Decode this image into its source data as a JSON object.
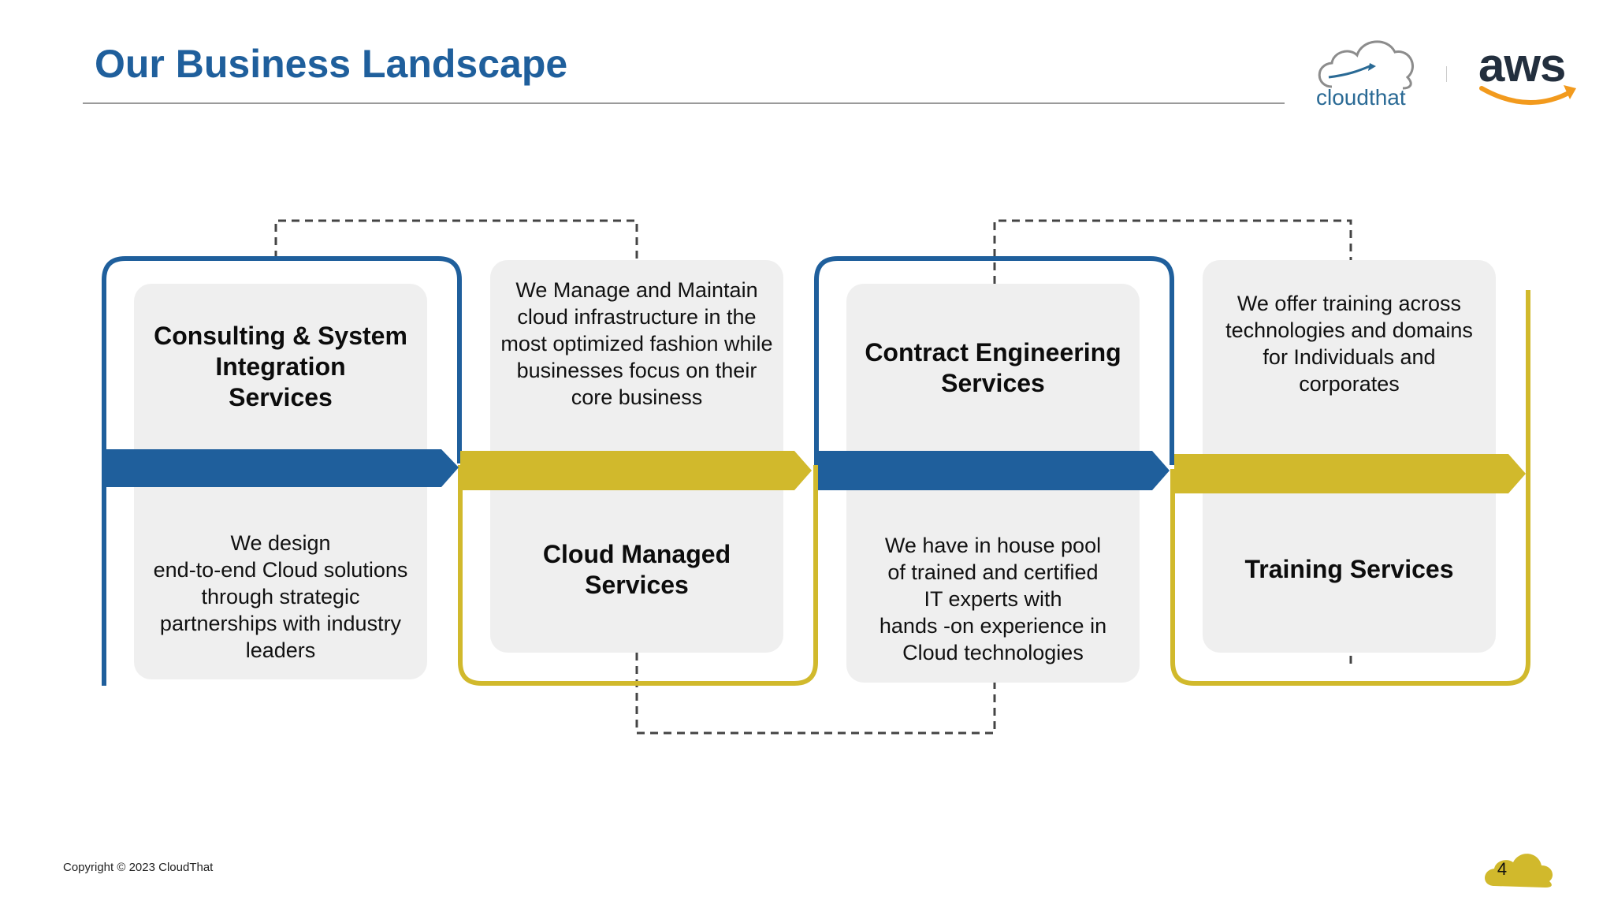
{
  "slide": {
    "title": "Our Business Landscape",
    "footer": "Copyright © 2023 CloudThat",
    "page_number": "4"
  },
  "logos": {
    "cloudthat": "cloudthat",
    "aws": "aws"
  },
  "colors": {
    "blue": "#1f5f9c",
    "gold": "#d1b92c",
    "card": "#efefef"
  },
  "services": [
    {
      "title": "Consulting & System\nIntegration\nServices",
      "description": "We design\nend-to-end Cloud solutions\nthrough strategic\npartnerships with industry\nleaders"
    },
    {
      "title": "Cloud Managed\nServices",
      "description": "We Manage and Maintain\ncloud infrastructure in the\nmost optimized fashion while\nbusinesses focus on their\ncore business"
    },
    {
      "title": "Contract Engineering\nServices",
      "description": "We have in house pool\nof trained and certified\nIT experts with\nhands -on experience in\nCloud technologies"
    },
    {
      "title": "Training Services",
      "description": "We offer training across\ntechnologies and domains\nfor Individuals and\ncorporates"
    }
  ]
}
